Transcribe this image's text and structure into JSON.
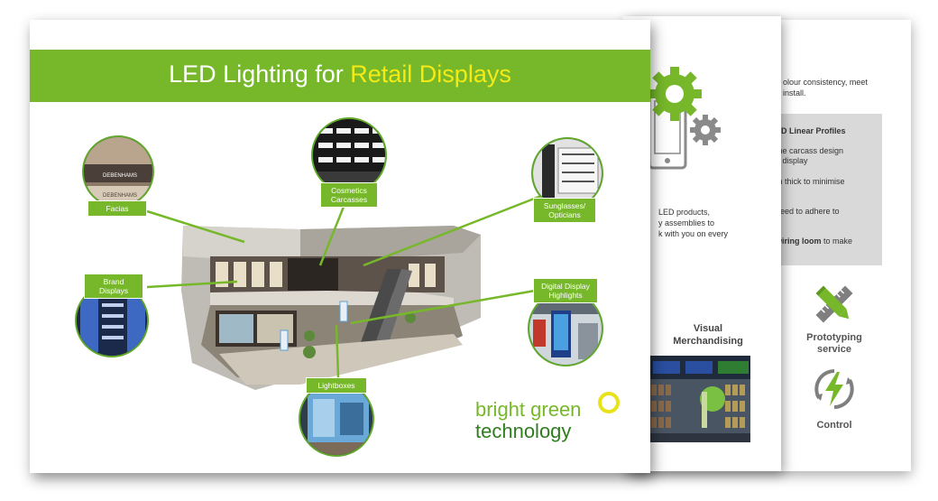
{
  "back_page": {
    "intro_lines": [
      "olour consistency, meet",
      "install."
    ],
    "box_title": "ED Linear Profiles",
    "box_lines": [
      {
        "text": "the carcass design",
        "bold": false
      },
      {
        "text": "n display",
        "bold": false
      },
      {
        "text": "m thick to minimise",
        "bold": false
      },
      {
        "text": "need to adhere to",
        "bold": false
      },
      {
        "text": "wiring loom",
        "bold": true
      },
      {
        "text": " to make",
        "bold": false
      }
    ],
    "prototyping_label": "Prototyping service",
    "control_label": "Control",
    "icons": [
      "pencil-ruler-icon",
      "lightning-refresh-icon"
    ]
  },
  "mid_page": {
    "icons": [
      "gear-device-icon"
    ],
    "text_lines": [
      "LED products,",
      "y assemblies to",
      "k with you on every"
    ],
    "vm_label": "Visual Merchandising"
  },
  "front_page": {
    "title_start": "LED Lighting for ",
    "title_highlight": "Retail Displays",
    "tags": {
      "facias": "Facias",
      "cosmetics": "Cosmetics\nCarcasses",
      "sunglasses": "Sunglasses/\nOpticians",
      "brand_displays": "Brand\nDisplays",
      "digital_display": "Digital Display\nHighlights",
      "lightboxes": "Lightboxes"
    },
    "signs": {
      "store_top": "DEBENHAMS",
      "store_bottom": "DEBENHAMS"
    },
    "brand": {
      "line1": "bright green",
      "line2": "technology"
    }
  },
  "colors": {
    "brand_green": "#76b82a",
    "highlight_yellow": "#f5ea14",
    "dark_green": "#2f7d1f"
  }
}
